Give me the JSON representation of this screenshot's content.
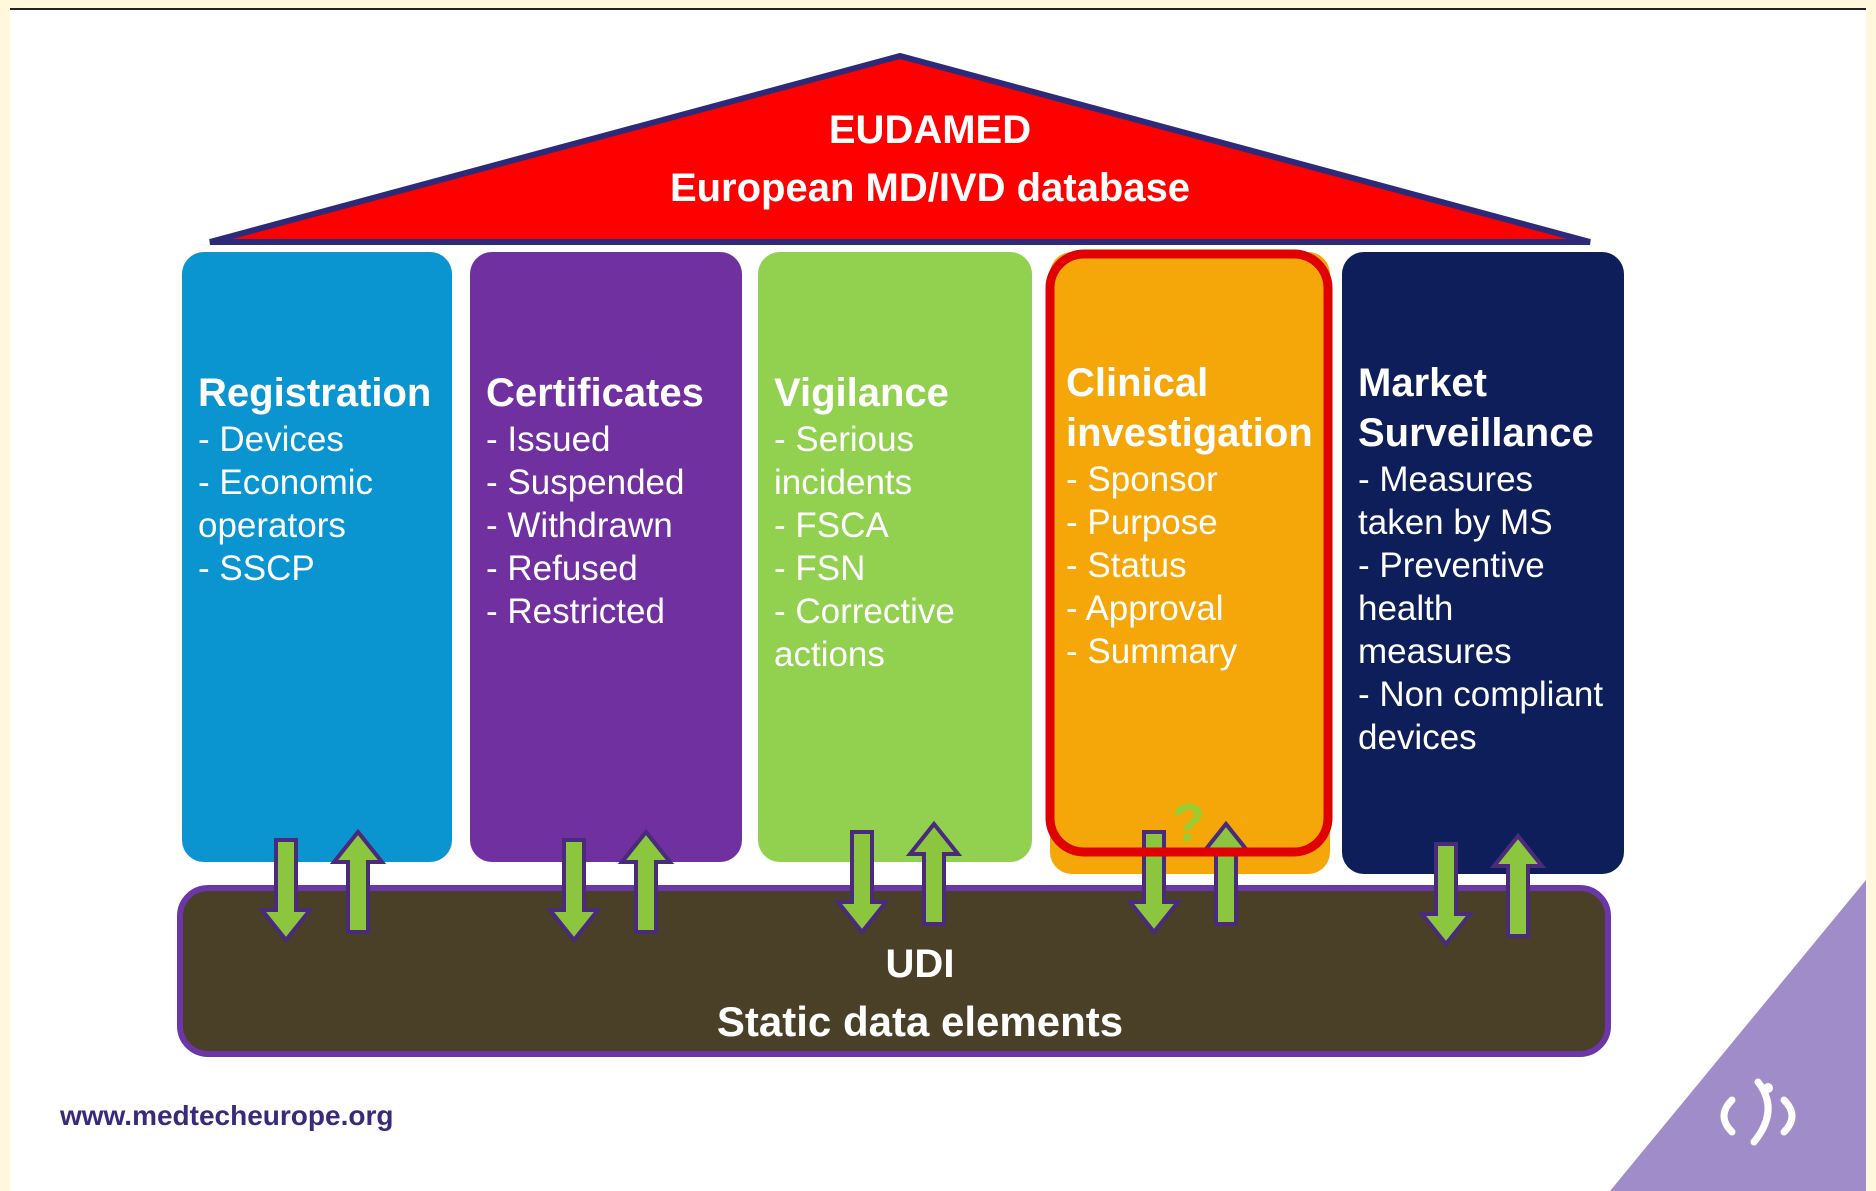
{
  "roof": {
    "title": "EUDAMED",
    "subtitle": "European MD/IVD database"
  },
  "pillars": [
    {
      "title": "Registration",
      "items": [
        "- Devices",
        "- Economic",
        "operators",
        "- SSCP"
      ]
    },
    {
      "title": "Certificates",
      "items": [
        "- Issued",
        "- Suspended",
        "- Withdrawn",
        "- Refused",
        "- Restricted"
      ]
    },
    {
      "title": "Vigilance",
      "items": [
        "- Serious",
        "incidents",
        "- FSCA",
        "- FSN",
        "- Corrective",
        "actions"
      ]
    },
    {
      "title_line1": "Clinical",
      "title_line2": "investigation",
      "items": [
        "- Sponsor",
        "- Purpose",
        "- Status",
        "- Approval",
        "- Summary"
      ],
      "marker": "?"
    },
    {
      "title_line1": "Market",
      "title_line2": "Surveillance",
      "items": [
        "- Measures",
        "taken by MS",
        "- Preventive",
        "health",
        "measures",
        "- Non compliant",
        "devices"
      ]
    }
  ],
  "base": {
    "title": "UDI",
    "subtitle": "Static data elements"
  },
  "footer": {
    "url": "www.medtecheurope.org"
  },
  "colors": {
    "roof": "#ff0000",
    "roof_outline": "#2e2a7a",
    "registration": "#0a94d0",
    "certificates": "#7030a0",
    "vigilance": "#92d050",
    "clinical": "#f5a70a",
    "market": "#0d1e5a",
    "base": "#4a4028",
    "base_outline": "#6b36a8",
    "arrow": "#8cc63f",
    "highlight": "#e00000",
    "corner": "#a08cc8"
  }
}
